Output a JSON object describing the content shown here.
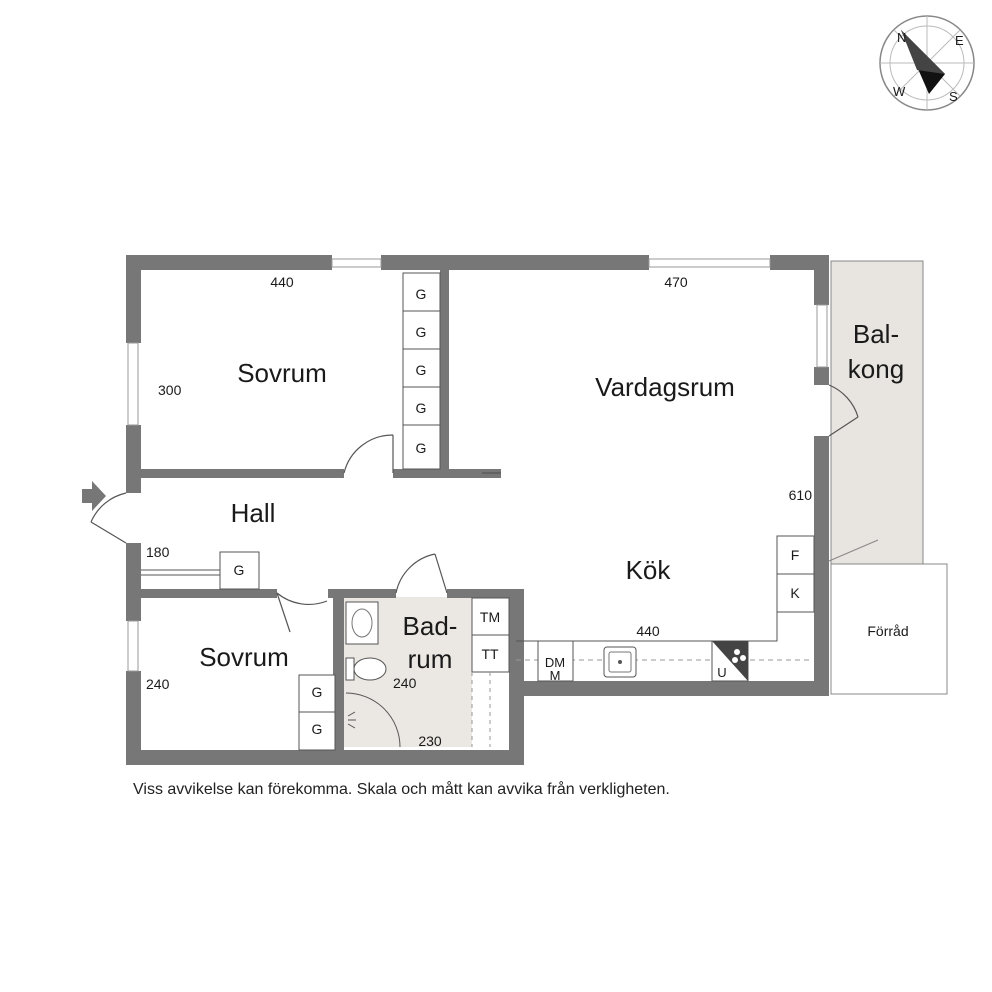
{
  "compass": {
    "labels": [
      "N",
      "E",
      "S",
      "W"
    ]
  },
  "rooms": {
    "sovrum_top": "Sovrum",
    "vardagsrum": "Vardagsrum",
    "balkong_line1": "Bal-",
    "balkong_line2": "kong",
    "hall": "Hall",
    "kok": "Kök",
    "forrad": "Förråd",
    "sovrum_bottom": "Sovrum",
    "badrum_line1": "Bad-",
    "badrum_line2": "rum"
  },
  "dimensions": {
    "sovrum_top_width": "440",
    "sovrum_top_depth": "300",
    "vardagsrum_width": "470",
    "vardagsrum_depth": "610",
    "hall_width": "180",
    "kok_width": "440",
    "sovrum_bottom_depth": "240",
    "badrum_depth": "240",
    "badrum_width": "230"
  },
  "fixtures": {
    "wardrobe": "G",
    "fridge": "F",
    "freezer": "K",
    "washer": "TM",
    "dryer": "TT",
    "dishwasher": "DM",
    "microwave": "M",
    "oven": "U"
  },
  "disclaimer": "Viss avvikelse kan förekomma. Skala och mått kan avvika från verkligheten.",
  "colors": {
    "wall": "#777777",
    "balcony": "#e8e4df",
    "bathroom": "#ebe7e2"
  }
}
